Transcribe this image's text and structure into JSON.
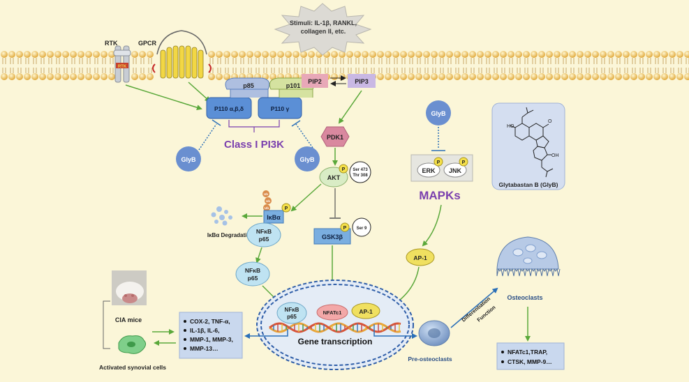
{
  "membrane": {
    "receptors": {
      "rtk": "RTK",
      "rtk_inner": "RTK",
      "gpcr": "GPCR"
    }
  },
  "stimuli": {
    "text": "Stimuli: IL-1β, RANKL, collagen II, etc."
  },
  "pi3k": {
    "p85": "p85",
    "p101": "p101",
    "p110_abd": "P110 α,β,δ",
    "p110_g": "P110 γ",
    "title": "Class I PI3K"
  },
  "lipids": {
    "pip2": "PIP2",
    "pip3": "PIP3"
  },
  "kinases": {
    "pdk1": "PDK1",
    "akt": "AKT",
    "akt_sites_1": "Ser 473",
    "akt_sites_2": "Thr 308",
    "gsk3b": "GSK3β",
    "gsk_site": "Ser 9",
    "p_label": "P",
    "ub_label": "Ub"
  },
  "nfkb": {
    "ikba": "IκBα",
    "degradation": "IκBα Degradation",
    "label": "NFκB",
    "sub": "p65"
  },
  "mapk": {
    "erk": "ERK",
    "jnk": "JNK",
    "title": "MAPKs",
    "ap1": "AP-1"
  },
  "glyb": {
    "label": "GlyB",
    "compound_name": "Glytabastan B (GlyB)"
  },
  "nucleus": {
    "nfatc1": "NFATc1",
    "ap1": "AP-1",
    "title": "Gene transcription"
  },
  "left_panel": {
    "cia_mice": "CIA mice",
    "synovial": "Activated synovial cells",
    "genes": [
      "COX-2, TNF-α,",
      "IL-1β, IL-6,",
      "MMP-1, MMP-3,",
      "MMP-13…"
    ]
  },
  "right_panel": {
    "pre_osteoclasts": "Pre-osteoclasts",
    "differentiation": "Differentiation",
    "function": "Function",
    "osteoclasts": "Osteoclasts",
    "markers": [
      "NFATc1,TRAP,",
      "CTSK, MMP-9…"
    ]
  },
  "colors": {
    "background": "#fbf6d8",
    "arrow_green": "#5aa83a",
    "pi3k_blue": "#5b8fd6",
    "glyb_blue": "#6a8fd0",
    "purple_text": "#7a3fae",
    "nfkb_light": "#bfe3f2",
    "ap1_yellow": "#f0e060",
    "pdk1_pink": "#d9889f"
  }
}
